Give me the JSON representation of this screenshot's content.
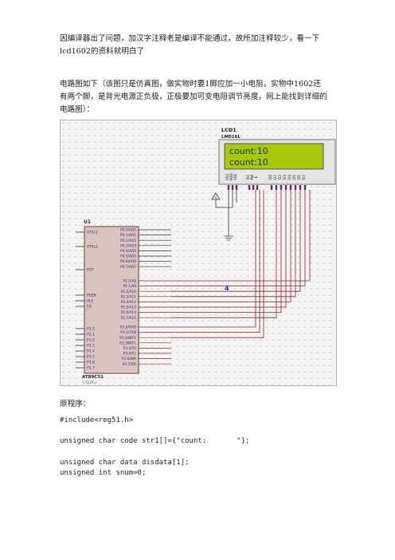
{
  "intro": {
    "line1": "因编译器出了问题，加汉字注释老是编译不能通过，故所加注释较少，看一下",
    "line2": "lcd1602的资料就明白了"
  },
  "circuit_desc": {
    "line1": "电路图如下（该图只是仿真图，做实物时要1脚应加一小电阻，实物中1602还",
    "line2": "有两个脚，是背光电源正负极，正极要加可变电阻调节亮度，网上能找到详细的",
    "line3": "电路图）："
  },
  "schematic": {
    "lcd_ref": "LCD1",
    "lcd_model": "LM016L",
    "lcd_line1": "count:10",
    "lcd_line2": "count:10",
    "mcu_ref": "U1",
    "mcu_model": "AT89C51",
    "mcu_text": "<TEXT>",
    "bus_label": "4",
    "left_pins": [
      "XTAL1",
      "XTAL2",
      "RST",
      "PSEN",
      "ALE",
      "EA",
      "P1.0",
      "P1.1",
      "P1.2",
      "P1.3",
      "P1.4",
      "P1.5",
      "P1.6",
      "P1.7"
    ],
    "p0_pins": [
      "P0.0/AD0",
      "P0.1/AD1",
      "P0.2/AD2",
      "P0.3/AD3",
      "P0.4/AD4",
      "P0.5/AD5",
      "P0.6/AD6",
      "P0.7/AD7"
    ],
    "p2_pins": [
      "P2.0/A8",
      "P2.1/A9",
      "P2.2/A10",
      "P2.3/A11",
      "P2.4/A12",
      "P2.5/A13",
      "P2.6/A14",
      "P2.7/A15"
    ],
    "p3_pins": [
      "P3.0/RXD",
      "P3.1/TXD",
      "P3.2/INT0",
      "P3.3/INT1",
      "P3.4/T0",
      "P3.5/T1",
      "P3.6/WR",
      "P3.7/RD"
    ],
    "lcd_pins": [
      "VSS",
      "VDD",
      "VEE",
      "RS",
      "RW",
      "E",
      "D0",
      "D1",
      "D2",
      "D3",
      "D4",
      "D5",
      "D6",
      "D7"
    ],
    "colors": {
      "lcd_bg": "#a8c810",
      "lcd_text": "#14340a",
      "wire": "#8b2323",
      "chip_fill": "#d9c4c2",
      "pin_num": "#4a1010",
      "label": "#2a2a6a",
      "bus": "#1e2ea0"
    }
  },
  "source_heading": "原程序：",
  "code_lines": [
    "#include<reg51.h>",
    "unsigned char code str1[]={\"count:       \"};",
    "unsigned char data disdata[1];",
    "unsigned int snum=0;"
  ]
}
